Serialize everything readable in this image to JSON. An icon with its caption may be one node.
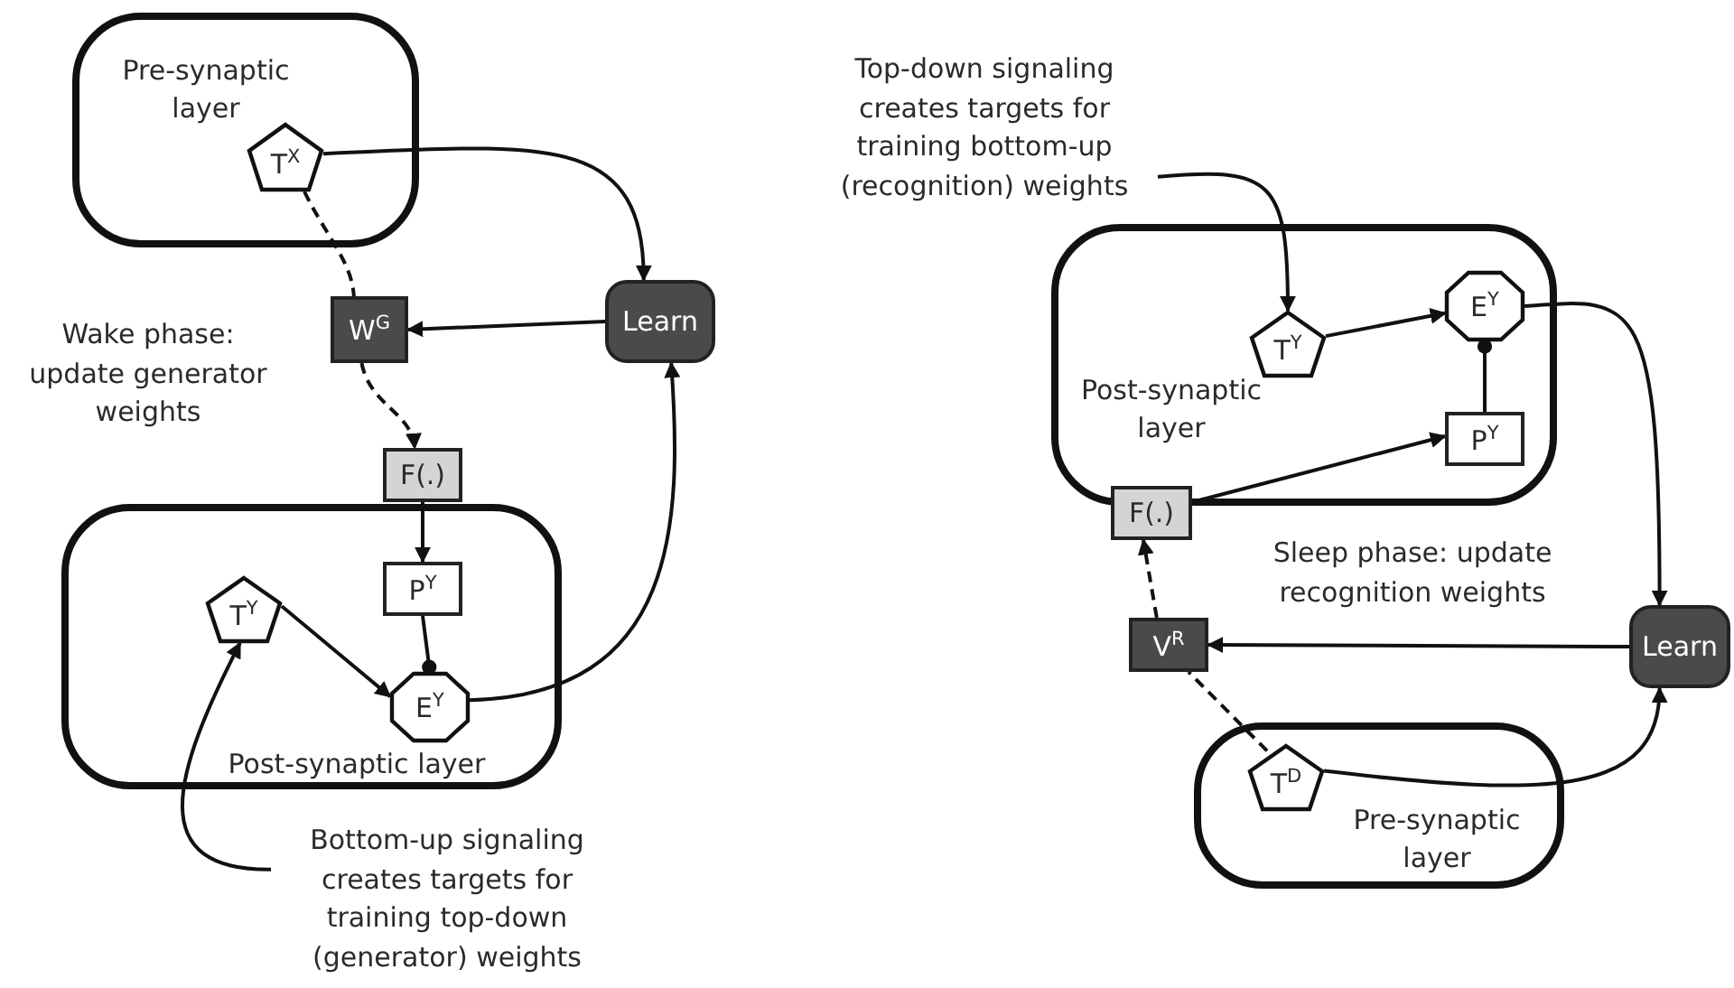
{
  "diagram": {
    "nodes": [
      {
        "text": [
          "Pre-synaptic layer"
        ]
      },
      {
        "text": [
          "T$^{X}$"
        ],
        "in": 0
      },
      {
        "text": [
          "W$^{G}$"
        ]
      },
      {
        "text": [
          "Learn"
        ]
      },
      {
        "text": [
          "F(.)"
        ]
      },
      {
        "text": [
          "Post-synaptic layer"
        ]
      },
      {
        "text": [
          "P$^{Y}$"
        ],
        "in": 5
      },
      {
        "text": [
          "T$^{Y}$"
        ],
        "in": 5
      },
      {
        "text": [
          "E$^{Y}$"
        ],
        "in": 5
      },
      {
        "text": [
          "Bottom-up signaling creates targets for training top-down (generator) weights"
        ]
      },
      {
        "text": [
          "Top-down signaling creates targets for training bottom-up (recognition) weights"
        ]
      },
      {
        "text": [
          "Post-synaptic layer"
        ]
      },
      {
        "text": [
          "T$^{Y}$"
        ],
        "in": 11
      },
      {
        "text": [
          "E$^{Y}$"
        ],
        "in": 11
      },
      {
        "text": [
          "P$^{Y}$"
        ],
        "in": 11
      },
      {
        "text": [
          "F(.)"
        ]
      },
      {
        "text": [
          "V$^{R}$"
        ]
      },
      {
        "text": [
          "Learn"
        ]
      },
      {
        "text": [
          "Pre-synaptic layer"
        ]
      },
      {
        "text": [
          "T$^{D}$"
        ],
        "in": 18
      }
    ],
    "edges": [
      {
        "from": 1,
        "to": 3,
        "arrow": "to"
      },
      {
        "from": 1,
        "to": 2,
        "arrow": "none",
        "style": "dashed"
      },
      {
        "from": 3,
        "to": 2,
        "arrow": "to"
      },
      {
        "from": 2,
        "to": 4,
        "arrow": "to",
        "style": "dashed"
      },
      {
        "from": 4,
        "to": 6,
        "arrow": "to"
      },
      {
        "from": 6,
        "to": 8,
        "arrow": "other"
      },
      {
        "from": 7,
        "to": 8,
        "arrow": "to"
      },
      {
        "from": 8,
        "to": 3,
        "arrow": "to"
      },
      {
        "from": 9,
        "to": 7,
        "arrow": "to"
      },
      {
        "from": 10,
        "to": 12,
        "arrow": "to"
      },
      {
        "from": 12,
        "to": 13,
        "arrow": "to"
      },
      {
        "from": 14,
        "to": 13,
        "arrow": "other"
      },
      {
        "from": 15,
        "to": 14,
        "arrow": "to"
      },
      {
        "from": 13,
        "to": 17,
        "arrow": "to"
      },
      {
        "from": 17,
        "to": 16,
        "arrow": "to"
      },
      {
        "from": 16,
        "to": 15,
        "arrow": "to",
        "style": "dashed"
      },
      {
        "from": 19,
        "to": 16,
        "arrow": "none",
        "style": "dashed"
      },
      {
        "from": 19,
        "to": 17,
        "arrow": "to"
      }
    ],
    "labels": [
      "Wake phase: update generator weights",
      "Sleep phase: update recognition weights"
    ]
  }
}
